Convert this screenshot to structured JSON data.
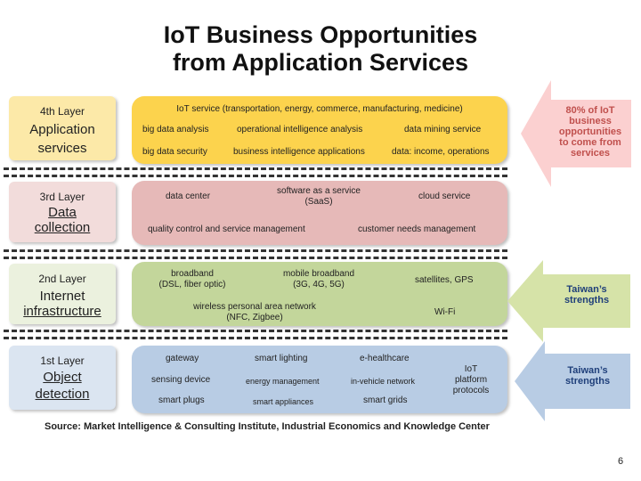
{
  "title": {
    "line1": "IoT Business Opportunities",
    "line2": "from Application Services"
  },
  "layers": [
    {
      "num": "4th Layer",
      "name_lines": [
        "Application",
        "services"
      ]
    },
    {
      "num": "3rd Layer",
      "name_lines": [
        "Data",
        "collection"
      ]
    },
    {
      "num": "2nd Layer",
      "name_lines": [
        "Internet",
        "infrastructure"
      ]
    },
    {
      "num": "1st Layer",
      "name_lines": [
        "Object",
        "detection"
      ]
    }
  ],
  "band4": {
    "header": "IoT service (transportation, energy, commerce, manufacturing, medicine)",
    "big_data_analysis": "big data analysis",
    "operational_intelligence": "operational intelligence analysis",
    "data_mining": "data mining service",
    "big_data_security": "big data security",
    "business_intelligence": "business intelligence applications",
    "data_income": "data: income, operations"
  },
  "band3": {
    "data_center": "data center",
    "saas_line1": "software as a service",
    "saas_line2": "(SaaS)",
    "cloud_service": "cloud service",
    "quality_control": "quality control and service management",
    "customer_needs": "customer needs management"
  },
  "band2": {
    "broadband_line1": "broadband",
    "broadband_line2": "(DSL, fiber optic)",
    "mobile_line1": "mobile broadband",
    "mobile_line2": "(3G, 4G, 5G)",
    "satellites": "satellites, GPS",
    "wpan_line1": "wireless personal area network",
    "wpan_line2": "(NFC, Zigbee)",
    "wifi": "Wi-Fi"
  },
  "band1": {
    "gateway": "gateway",
    "smart_lighting": "smart lighting",
    "ehealthcare": "e-healthcare",
    "sensing_device": "sensing device",
    "energy_management": "energy management",
    "in_vehicle": "in-vehicle network",
    "smart_plugs": "smart plugs",
    "smart_appliances": "smart appliances",
    "smart_grids": "smart grids",
    "iot_platform_lines": [
      "IoT",
      "platform",
      "protocols"
    ]
  },
  "arrows": [
    {
      "lines": [
        "80% of IoT",
        "business",
        "opportunities",
        "to come from",
        "services"
      ],
      "color": "#c0504d",
      "fill": "#fbd0d0"
    },
    {
      "lines": [
        "Taiwan’s",
        "strengths"
      ],
      "color": "#1f3f7a",
      "fill": "#d6e3a8"
    },
    {
      "lines": [
        "Taiwan’s",
        "strengths"
      ],
      "color": "#1f3f7a",
      "fill": "#b8cce4"
    }
  ],
  "source": "Source: Market Intelligence & Consulting Institute, Industrial Economics and Knowledge Center",
  "page_number": "6",
  "colors": {
    "layer4_label": "#fce9a8",
    "layer4_band": "#fcd34d",
    "layer3_label": "#f2dcdb",
    "layer3_band": "#e6b9b8",
    "layer2_label": "#ebf1de",
    "layer2_band": "#c3d69b",
    "layer1_label": "#dbe5f1",
    "layer1_band": "#b8cce4"
  }
}
